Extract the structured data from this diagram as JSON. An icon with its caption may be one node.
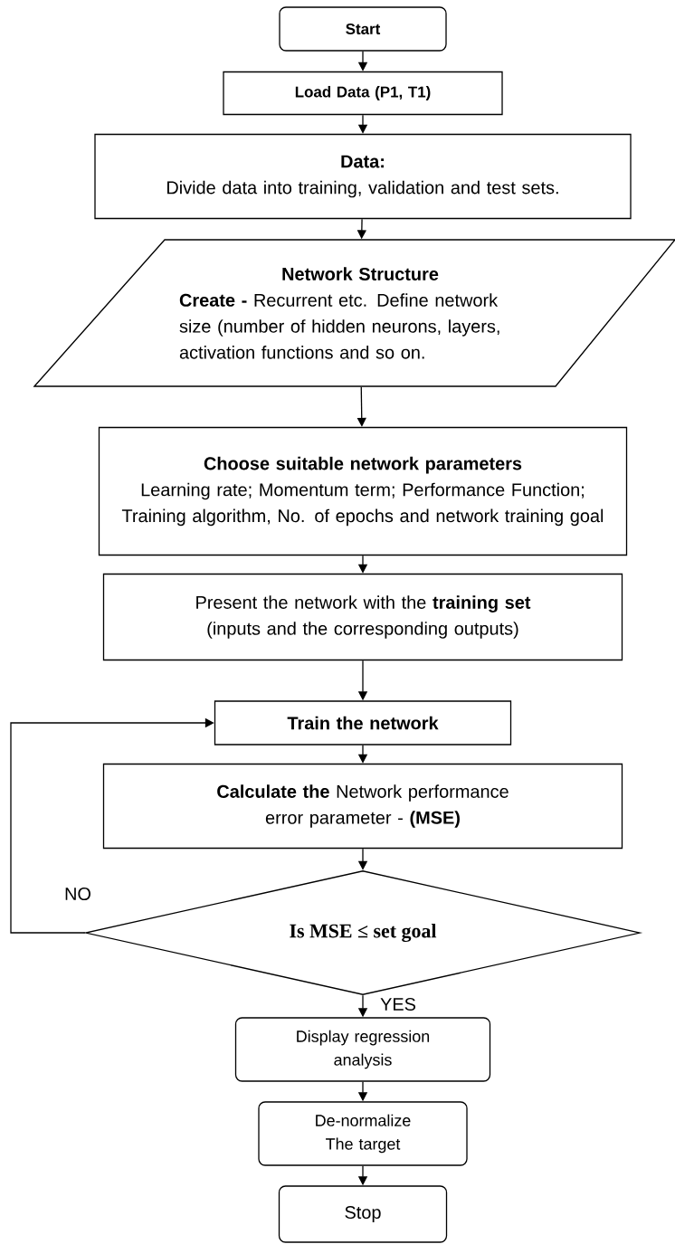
{
  "diagram": {
    "nodes": [
      {
        "text": [
          "Start"
        ]
      },
      {
        "text": [
          "Load Data (P1, T1)"
        ]
      },
      {
        "text": [
          "Data:",
          "Divide data into training, validation and test sets."
        ]
      },
      {
        "text": [
          "Network Structure",
          "**Create -** Recurrent etc. Define network size (number of hidden neurons, layers, activation functions and so on."
        ]
      },
      {
        "text": [
          "Choose suitable network parameters",
          "Learning rate; Momentum term; Performance Function; Training algorithm, No. of epochs and network training goal"
        ]
      },
      {
        "text": [
          "Present the network with the **training set** (inputs and the corresponding outputs)"
        ]
      },
      {
        "text": [
          "Train the network"
        ]
      },
      {
        "text": [
          "**Calculate the** Network performance error parameter - **(MSE)**"
        ]
      },
      {
        "text": [
          "Is MSE ≤ set goal"
        ]
      },
      {
        "text": [
          "Display regression analysis"
        ]
      },
      {
        "text": [
          "De-normalize The target"
        ]
      },
      {
        "text": [
          "Stop"
        ]
      }
    ],
    "edges": [
      {
        "from": 0,
        "to": 1,
        "arrow": "to"
      },
      {
        "from": 1,
        "to": 2,
        "arrow": "to"
      },
      {
        "from": 2,
        "to": 3,
        "arrow": "to"
      },
      {
        "from": 3,
        "to": 4,
        "arrow": "to"
      },
      {
        "from": 4,
        "to": 5,
        "arrow": "to"
      },
      {
        "from": 5,
        "to": 6,
        "arrow": "to"
      },
      {
        "from": 6,
        "to": 7,
        "arrow": "to"
      },
      {
        "from": 7,
        "to": 8,
        "arrow": "to"
      },
      {
        "from": 8,
        "to": 6,
        "arrow": "to",
        "label": "NO"
      },
      {
        "from": 8,
        "to": 9,
        "arrow": "to",
        "label": "YES"
      },
      {
        "from": 9,
        "to": 10,
        "arrow": "to"
      },
      {
        "from": 10,
        "to": 11,
        "arrow": "to"
      }
    ]
  }
}
